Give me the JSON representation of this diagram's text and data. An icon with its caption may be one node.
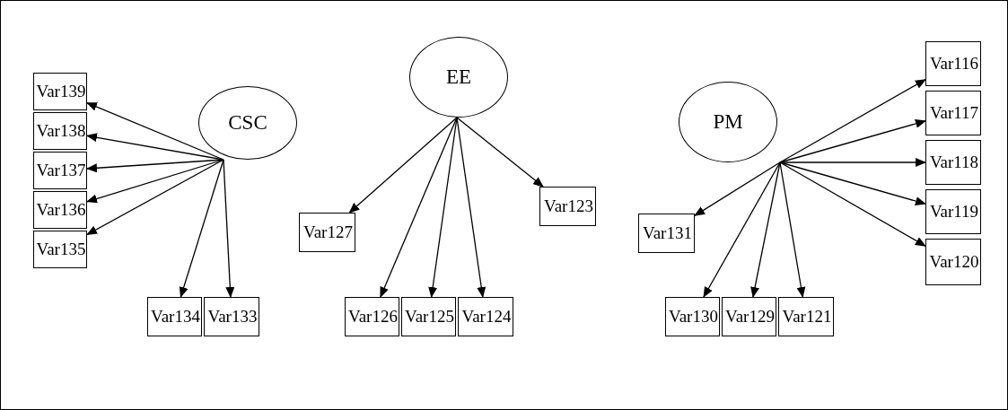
{
  "diagram": {
    "nodes": [
      {
        "text": [
          "CSC"
        ]
      },
      {
        "text": [
          "EE"
        ]
      },
      {
        "text": [
          "PM"
        ]
      },
      {
        "text": [
          "Var139"
        ]
      },
      {
        "text": [
          "Var138"
        ]
      },
      {
        "text": [
          "Var137"
        ]
      },
      {
        "text": [
          "Var136"
        ]
      },
      {
        "text": [
          "Var135"
        ]
      },
      {
        "text": [
          "Var134"
        ]
      },
      {
        "text": [
          "Var133"
        ]
      },
      {
        "text": [
          "Var127"
        ]
      },
      {
        "text": [
          "Var126"
        ]
      },
      {
        "text": [
          "Var125"
        ]
      },
      {
        "text": [
          "Var124"
        ]
      },
      {
        "text": [
          "Var123"
        ]
      },
      {
        "text": [
          "Var131"
        ]
      },
      {
        "text": [
          "Var130"
        ]
      },
      {
        "text": [
          "Var129"
        ]
      },
      {
        "text": [
          "Var121"
        ]
      },
      {
        "text": [
          "Var116"
        ]
      },
      {
        "text": [
          "Var117"
        ]
      },
      {
        "text": [
          "Var118"
        ]
      },
      {
        "text": [
          "Var119"
        ]
      },
      {
        "text": [
          "Var120"
        ]
      }
    ],
    "edges": [
      {
        "from": 0,
        "to": 3,
        "arrow": "to"
      },
      {
        "from": 0,
        "to": 4,
        "arrow": "to"
      },
      {
        "from": 0,
        "to": 5,
        "arrow": "to"
      },
      {
        "from": 0,
        "to": 6,
        "arrow": "to"
      },
      {
        "from": 0,
        "to": 7,
        "arrow": "to"
      },
      {
        "from": 0,
        "to": 8,
        "arrow": "to"
      },
      {
        "from": 0,
        "to": 9,
        "arrow": "to"
      },
      {
        "from": 1,
        "to": 10,
        "arrow": "to"
      },
      {
        "from": 1,
        "to": 11,
        "arrow": "to"
      },
      {
        "from": 1,
        "to": 12,
        "arrow": "to"
      },
      {
        "from": 1,
        "to": 13,
        "arrow": "to"
      },
      {
        "from": 1,
        "to": 14,
        "arrow": "to"
      },
      {
        "from": 2,
        "to": 15,
        "arrow": "to"
      },
      {
        "from": 2,
        "to": 16,
        "arrow": "to"
      },
      {
        "from": 2,
        "to": 17,
        "arrow": "to"
      },
      {
        "from": 2,
        "to": 18,
        "arrow": "to"
      },
      {
        "from": 2,
        "to": 19,
        "arrow": "to"
      },
      {
        "from": 2,
        "to": 20,
        "arrow": "to"
      },
      {
        "from": 2,
        "to": 21,
        "arrow": "to"
      },
      {
        "from": 2,
        "to": 22,
        "arrow": "to"
      },
      {
        "from": 2,
        "to": 23,
        "arrow": "to"
      }
    ]
  }
}
